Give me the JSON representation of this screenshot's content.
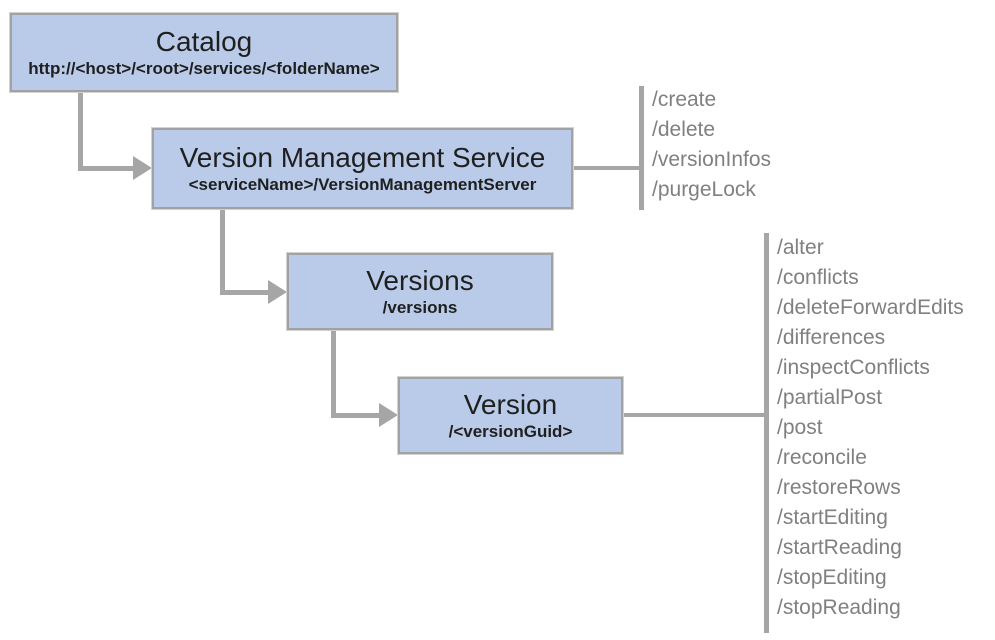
{
  "diagram": {
    "nodes": {
      "catalog": {
        "title": "Catalog",
        "subtitle": "http://<host>/<root>/services/<folderName>"
      },
      "vms": {
        "title": "Version Management Service",
        "subtitle": "<serviceName>/VersionManagementServer"
      },
      "versions": {
        "title": "Versions",
        "subtitle": "/versions"
      },
      "version": {
        "title": "Version",
        "subtitle": "/<versionGuid>"
      }
    },
    "vms_operations": [
      "/create",
      "/delete",
      "/versionInfos",
      "/purgeLock"
    ],
    "version_operations": [
      "/alter",
      "/conflicts",
      "/deleteForwardEdits",
      "/differences",
      "/inspectConflicts",
      "/partialPost",
      "/post",
      "/reconcile",
      "/restoreRows",
      "/startEditing",
      "/startReading",
      "/stopEditing",
      "/stopReading"
    ]
  },
  "colors": {
    "node_fill": "#b9cbe8",
    "node_border": "#a2a2a2",
    "connector": "#a6a6a6",
    "operation_text": "#808080",
    "node_text": "#1f1f1f"
  }
}
